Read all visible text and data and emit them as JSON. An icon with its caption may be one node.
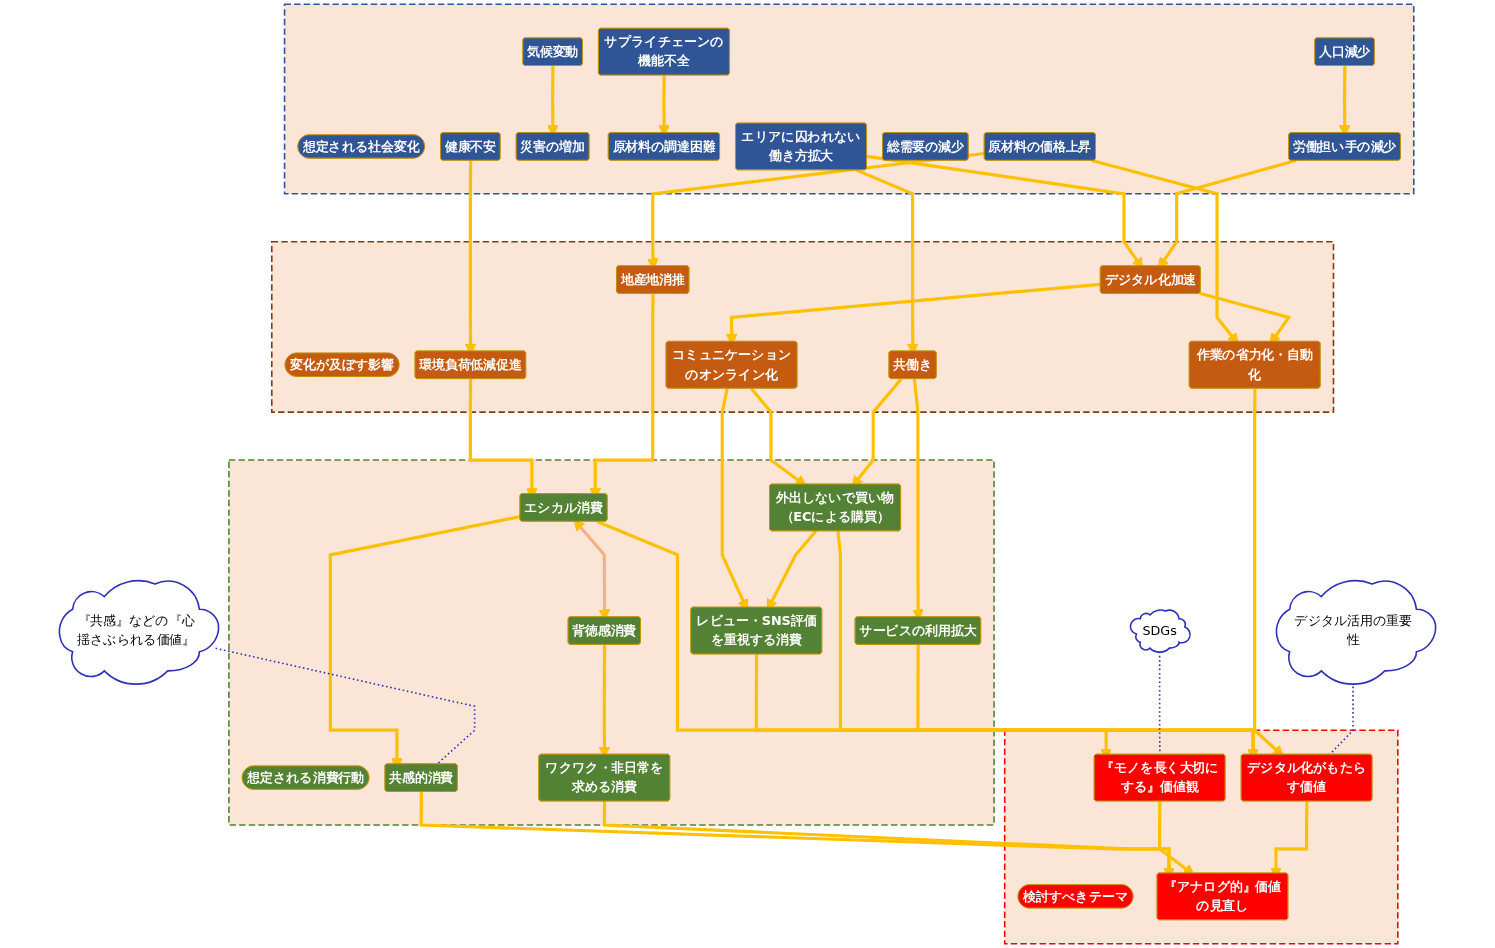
{
  "diagram": {
    "nodes": [
      {
        "text": [],
        "shape": "box"
      },
      {
        "text": [
          "想定される社会変化"
        ],
        "in": 0
      },
      {
        "text": [
          "気候変動"
        ],
        "in": 0
      },
      {
        "text": [
          "サプライチェーンの機能不全"
        ],
        "in": 0
      },
      {
        "text": [
          "人口減少"
        ],
        "in": 0
      },
      {
        "text": [
          "エリアに囚われない働き方拡大"
        ],
        "in": 0
      },
      {
        "text": [
          "災害の増加"
        ],
        "in": 0
      },
      {
        "text": [
          "原材料の調達困難"
        ],
        "in": 0
      },
      {
        "text": [
          "総需要の減少"
        ],
        "in": 0
      },
      {
        "text": [
          "労働担い手の減少"
        ],
        "in": 0
      },
      {
        "text": [
          "健康不安"
        ],
        "in": 0
      },
      {
        "text": [
          "原材料の価格上昇"
        ],
        "in": 0
      },
      {
        "text": [],
        "shape": "box"
      },
      {
        "text": [
          "変化が及ぼす影響"
        ],
        "in": 12
      },
      {
        "text": [
          "環境負荷低減促進"
        ],
        "in": 12
      },
      {
        "text": [
          "地産地消推"
        ],
        "in": 12
      },
      {
        "text": [
          "デジタル化加速"
        ],
        "in": 12
      },
      {
        "text": [
          "作業の省力化・自動化"
        ],
        "in": 12
      },
      {
        "text": [
          "コミュニケーションのオンライン化"
        ],
        "in": 12
      },
      {
        "text": [
          "共働き"
        ],
        "in": 12
      },
      {
        "text": [
          "『共感』などの『心揺さぶられる価値』"
        ]
      },
      {
        "text": [],
        "shape": "box"
      },
      {
        "text": [
          "想定される消費行動"
        ],
        "in": 21
      },
      {
        "text": [
          "エシカル消費"
        ],
        "in": 21
      },
      {
        "text": [
          "背徳感消費"
        ],
        "in": 21
      },
      {
        "text": [
          "外出しないで買い物（ECによる購買）"
        ],
        "in": 21
      },
      {
        "text": [
          "サービスの利用拡大"
        ],
        "in": 21
      },
      {
        "text": [
          "共感的消費"
        ],
        "in": 21
      },
      {
        "text": [
          "ワクワク・非日常を求める消費"
        ],
        "in": 21
      },
      {
        "text": [
          "レビュー・SNS評価を重視する消費"
        ],
        "in": 21
      },
      {
        "text": [],
        "shape": "box"
      },
      {
        "text": [
          "検討すべきテーマ"
        ],
        "in": 30
      },
      {
        "text": [
          "『モノを長く大切にする』価値観"
        ],
        "in": 30
      },
      {
        "text": [
          "『アナログ的』価値の見直し"
        ],
        "in": 30
      },
      {
        "text": [
          "デジタル化がもたらす価値"
        ],
        "in": 30
      },
      {
        "text": [
          "SDGs"
        ]
      },
      {
        "text": [
          "デジタル活用の重要性"
        ]
      }
    ],
    "edges": [
      {
        "from": 2,
        "to": 6,
        "arrow": "to"
      },
      {
        "from": 3,
        "to": 7,
        "arrow": "to"
      },
      {
        "from": 4,
        "to": 9,
        "arrow": "to"
      },
      {
        "from": 5,
        "to": 16,
        "arrow": "to"
      },
      {
        "from": 5,
        "to": 19,
        "arrow": "to"
      },
      {
        "from": 10,
        "to": 14,
        "arrow": "to"
      },
      {
        "from": 11,
        "to": 15,
        "arrow": "to"
      },
      {
        "from": 11,
        "to": 17,
        "arrow": "to"
      },
      {
        "from": 9,
        "to": 16,
        "arrow": "to"
      },
      {
        "from": 16,
        "to": 17,
        "arrow": "to"
      },
      {
        "from": 16,
        "to": 18,
        "arrow": "to"
      },
      {
        "from": 14,
        "to": 23,
        "arrow": "to"
      },
      {
        "from": 15,
        "to": 23,
        "arrow": "to"
      },
      {
        "from": 17,
        "to": 34,
        "arrow": "to"
      },
      {
        "from": 18,
        "to": 29,
        "arrow": "to"
      },
      {
        "from": 18,
        "to": 25,
        "arrow": "to"
      },
      {
        "from": 19,
        "to": 25,
        "arrow": "to"
      },
      {
        "from": 19,
        "to": 26,
        "arrow": "to"
      },
      {
        "from": 23,
        "to": 24,
        "arrow": "both",
        "color": "#f4b183"
      },
      {
        "from": 23,
        "to": 27,
        "arrow": "to"
      },
      {
        "from": 23,
        "to": 32,
        "arrow": "to"
      },
      {
        "from": 24,
        "to": 28,
        "arrow": "to"
      },
      {
        "from": 27,
        "to": 33,
        "arrow": "to"
      },
      {
        "from": 28,
        "to": 33,
        "arrow": "to"
      },
      {
        "from": 25,
        "to": 29,
        "arrow": "to"
      },
      {
        "from": 29,
        "to": 34,
        "arrow": "to"
      },
      {
        "from": 25,
        "to": 34,
        "arrow": "to"
      },
      {
        "from": 26,
        "to": 34,
        "arrow": "to"
      },
      {
        "from": 32,
        "to": 33,
        "arrow": "to"
      },
      {
        "from": 34,
        "to": 33,
        "arrow": "to"
      },
      {
        "from": 20,
        "to": 27,
        "arrow": "none",
        "style": "dashed",
        "color": "#2e31b8"
      },
      {
        "from": 35,
        "to": 32,
        "arrow": "none",
        "style": "dashed",
        "color": "#2e31b8"
      },
      {
        "from": 36,
        "to": 34,
        "arrow": "none",
        "style": "dashed",
        "color": "#2e31b8"
      }
    ]
  }
}
